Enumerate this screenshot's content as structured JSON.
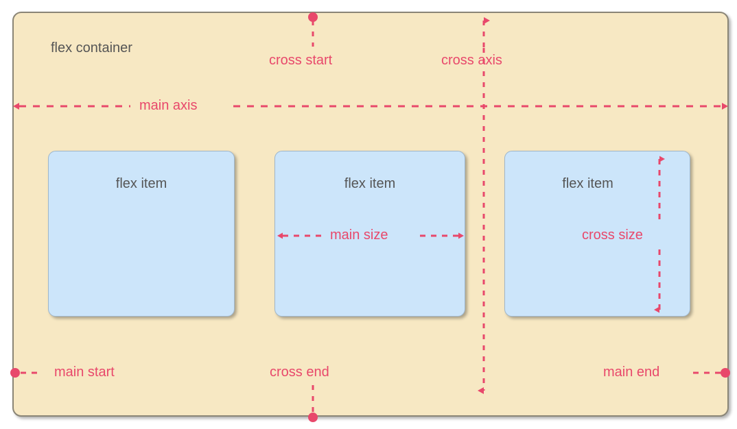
{
  "diagram": {
    "title_label": "flex container",
    "colors": {
      "container_bg": "#f7e8c3",
      "container_border": "#8a8576",
      "item_bg": "#cce5fa",
      "item_border": "#9fb6c9",
      "annotation": "#e8486b",
      "label_text": "#555555",
      "page_bg": "#ffffff"
    },
    "items": [
      {
        "label": "flex item"
      },
      {
        "label": "flex item"
      },
      {
        "label": "flex item"
      }
    ],
    "annotations": {
      "cross_start": "cross start",
      "cross_axis": "cross axis",
      "main_axis": "main axis",
      "main_size": "main size",
      "cross_size": "cross size",
      "main_start": "main start",
      "cross_end": "cross end",
      "main_end": "main end"
    }
  }
}
